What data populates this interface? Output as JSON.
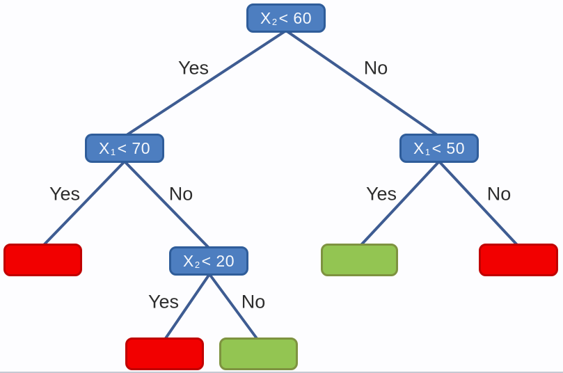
{
  "colors": {
    "background": "#fdfdff",
    "decision_fill": "#4d7ec0",
    "decision_border": "#2f5d9a",
    "decision_text": "#f5f8fc",
    "leaf_red_fill": "#f20000",
    "leaf_red_border": "#c00000",
    "leaf_green_fill": "#93c552",
    "leaf_green_border": "#7e9340",
    "edge_stroke": "#3e5c92",
    "label_text": "#2d2d2d",
    "bottom_line": "#c6c9d2"
  },
  "tree": {
    "root": {
      "variable": "X",
      "subscript": "2",
      "condition": "< 60"
    },
    "left": {
      "variable": "X",
      "subscript": "1",
      "condition": "< 70"
    },
    "right": {
      "variable": "X",
      "subscript": "1",
      "condition": "< 50"
    },
    "left_right": {
      "variable": "X",
      "subscript": "2",
      "condition": "< 20"
    },
    "leaves": {
      "left_left": {
        "color": "red"
      },
      "right_left": {
        "color": "green"
      },
      "right_right": {
        "color": "red"
      },
      "left_right_left": {
        "color": "red"
      },
      "left_right_right": {
        "color": "green"
      }
    }
  },
  "edge_labels": {
    "root_yes": "Yes",
    "root_no": "No",
    "left_yes": "Yes",
    "left_no": "No",
    "right_yes": "Yes",
    "right_no": "No",
    "left_right_yes": "Yes",
    "left_right_no": "No"
  }
}
